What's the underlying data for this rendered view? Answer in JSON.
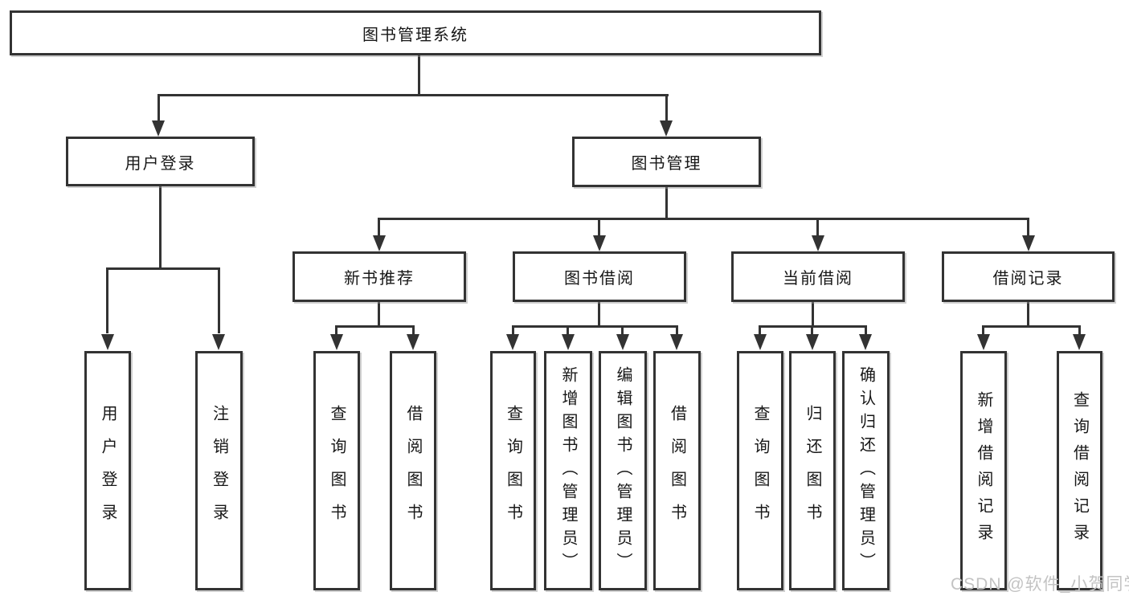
{
  "root": {
    "label": "图书管理系统"
  },
  "level1": {
    "user_login": {
      "label": "用户登录"
    },
    "book_mgmt": {
      "label": "图书管理"
    }
  },
  "level2": {
    "new_book": {
      "label": "新书推荐"
    },
    "borrow": {
      "label": "图书借阅"
    },
    "current": {
      "label": "当前借阅"
    },
    "records": {
      "label": "借阅记录"
    }
  },
  "leaves": {
    "user_login_leaf": {
      "label": "用户登录"
    },
    "logout": {
      "label": "注销登录"
    },
    "nb_query": {
      "label": "查询图书"
    },
    "nb_borrow": {
      "label": "借阅图书"
    },
    "bb_query": {
      "label": "查询图书"
    },
    "bb_add": {
      "label": "新增图书（管理员）"
    },
    "bb_edit": {
      "label": "编辑图书（管理员）"
    },
    "bb_borrow": {
      "label": "借阅图书"
    },
    "cb_query": {
      "label": "查询图书"
    },
    "cb_return": {
      "label": "归还图书"
    },
    "cb_confirm": {
      "label": "确认归还（管理员）"
    },
    "rec_add": {
      "label": "新增借阅记录"
    },
    "rec_query": {
      "label": "查询借阅记录"
    }
  },
  "watermark": "CSDN @软件_小贺同学",
  "colors": {
    "line": "#333333",
    "box_bg": "#ffffff",
    "text": "#171717",
    "watermark": "#c3c3c3"
  }
}
